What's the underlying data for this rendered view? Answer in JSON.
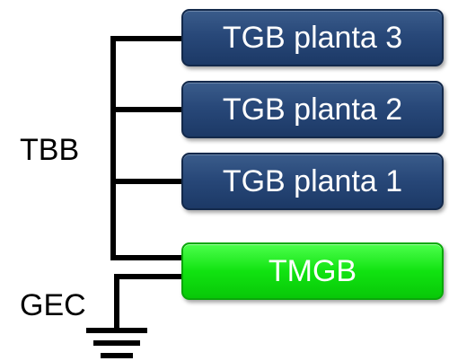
{
  "labels": {
    "backbone": "TBB",
    "conductor": "GEC"
  },
  "boxes": [
    {
      "text": "TGB planta 3",
      "kind": "tgb"
    },
    {
      "text": "TGB planta 2",
      "kind": "tgb"
    },
    {
      "text": "TGB planta 1",
      "kind": "tgb"
    },
    {
      "text": "TMGB",
      "kind": "tmgb"
    }
  ],
  "colors": {
    "tgb_fill": "#284879",
    "tmgb_fill": "#11e311",
    "box_text": "#ffffff",
    "lines": "#000000"
  },
  "icons": {
    "ground": "ground-symbol-icon"
  }
}
